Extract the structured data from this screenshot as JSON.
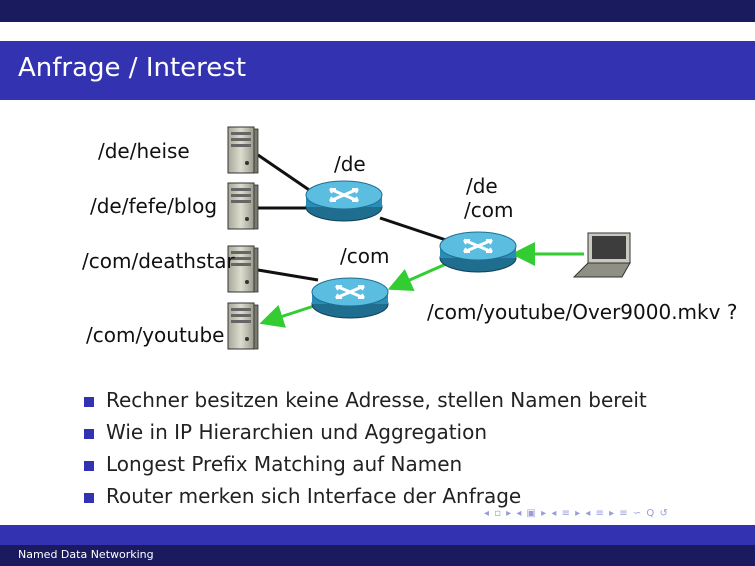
{
  "slide": {
    "title": "Anfrage / Interest",
    "footer": "Named Data Networking"
  },
  "diagram": {
    "server_labels": [
      "/de/heise",
      "/de/fefe/blog",
      "/com/deathstar",
      "/com/youtube"
    ],
    "router_labels": {
      "de": "/de",
      "core_line1": "/de",
      "core_line2": "/com",
      "com": "/com"
    },
    "request_label": "/com/youtube/Over9000.mkv ?"
  },
  "bullets": [
    "Rechner besitzen keine Adresse, stellen Namen bereit",
    "Wie in IP Hierarchien und Aggregation",
    "Longest Prefix Matching auf Namen",
    "Router merken sich Interface der Anfrage"
  ],
  "nav": {
    "symbols": "◂ ▫ ▸ ◂ ▣ ▸ ◂ ≡ ▸ ◂ ≡ ▸   ≡   ∽ Q ↺"
  },
  "colors": {
    "header_dark": "#1a1a5e",
    "header_blue": "#3333b2",
    "router": "#2a8db8",
    "link_black": "#111111",
    "link_green": "#33cc33"
  }
}
